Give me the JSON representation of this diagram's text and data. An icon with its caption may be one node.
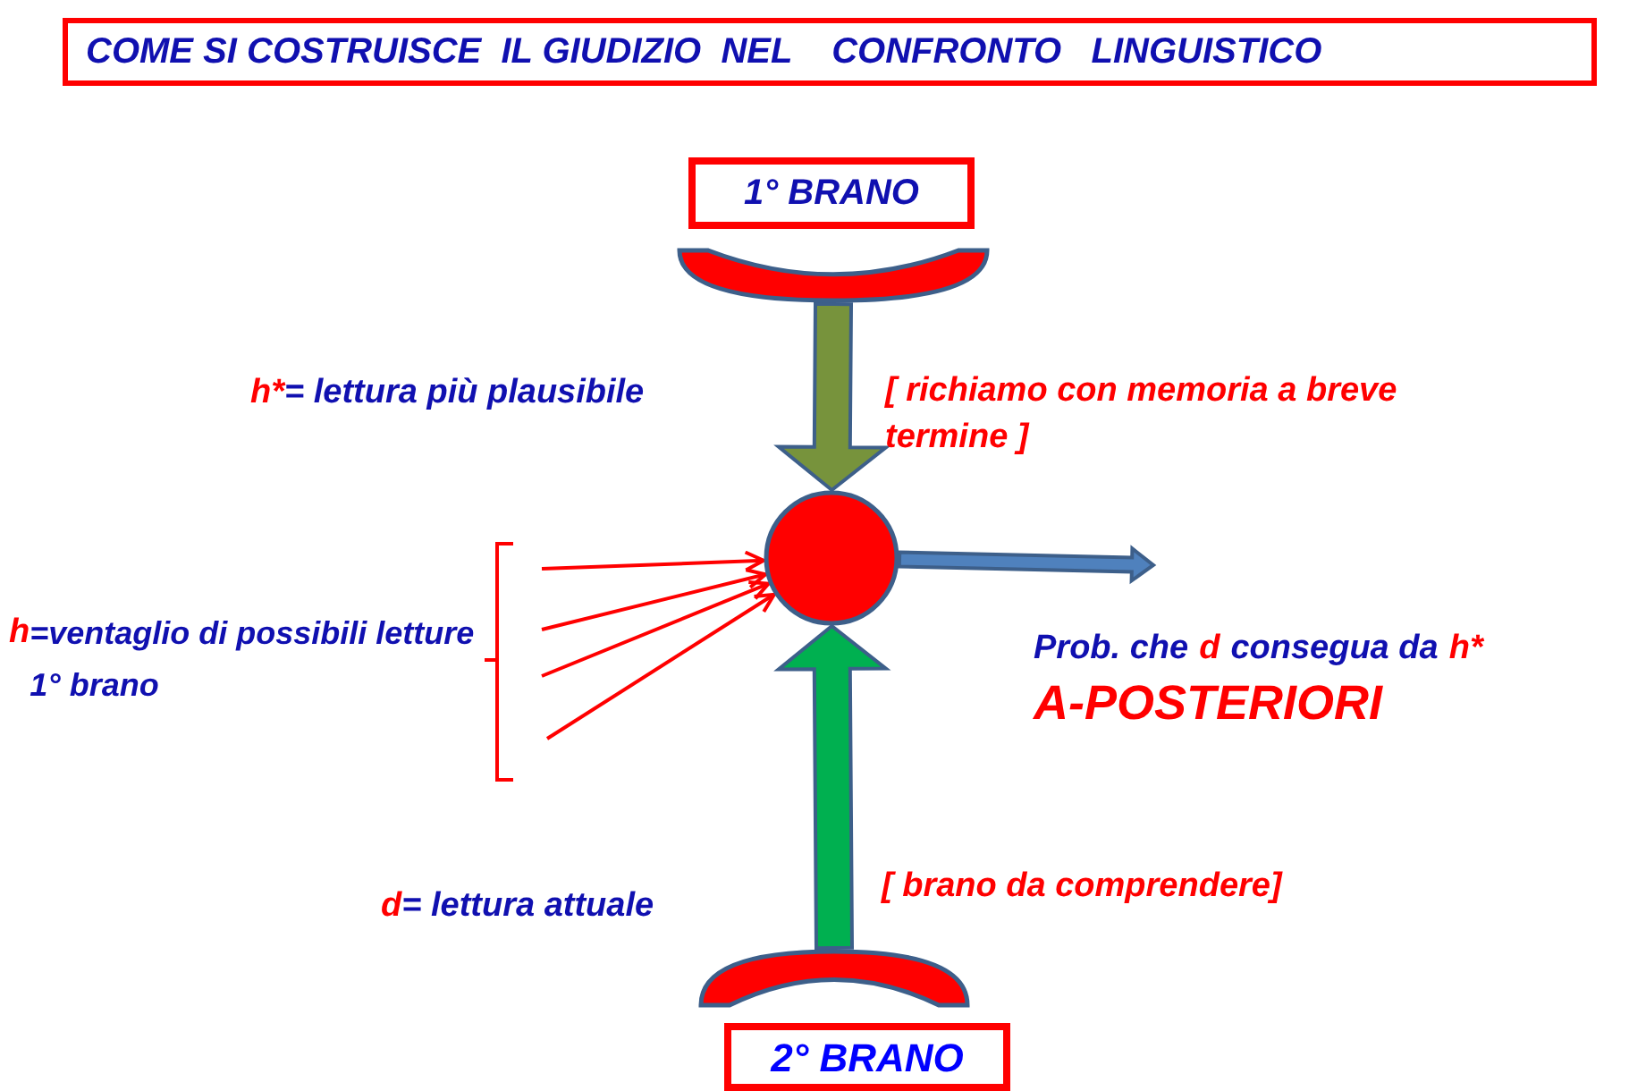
{
  "diagram": {
    "title": "COME SI COSTRUISCE  IL GIUDIZIO  NEL    CONFRONTO   LINGUISTICO",
    "nodes": [
      {
        "text": [
          "1° BRANO"
        ]
      },
      {
        "text": [],
        "shape": "arc"
      },
      {
        "text": [],
        "shape": "circle"
      },
      {
        "text": [],
        "shape": "arc"
      },
      {
        "text": [
          "2° BRANO"
        ]
      }
    ],
    "edges": [
      {
        "from": 1,
        "to": 2,
        "arrow": "to",
        "style": "thick",
        "color": "#77933c"
      },
      {
        "from": 3,
        "to": 2,
        "arrow": "to",
        "style": "thick",
        "color": "#00b050"
      },
      {
        "from": 2,
        "to": null,
        "arrow": "to",
        "style": "thick",
        "color": "#4f81bd"
      },
      {
        "from": null,
        "to": 2,
        "arrow": "to"
      },
      {
        "from": null,
        "to": 2,
        "arrow": "to"
      },
      {
        "from": null,
        "to": 2,
        "arrow": "to"
      },
      {
        "from": null,
        "to": 2,
        "arrow": "to"
      }
    ],
    "labels": [
      "h*",
      "= lettura più plausibile",
      "[ richiamo con memoria a breve termine ]",
      "h",
      "=ventaglio di possibili letture  1° brano",
      "Prob. che",
      "d",
      "consegua da",
      "h*",
      "A-POSTERIORI",
      "d",
      "= lettura attuale",
      "[ brano da comprendere]"
    ]
  }
}
